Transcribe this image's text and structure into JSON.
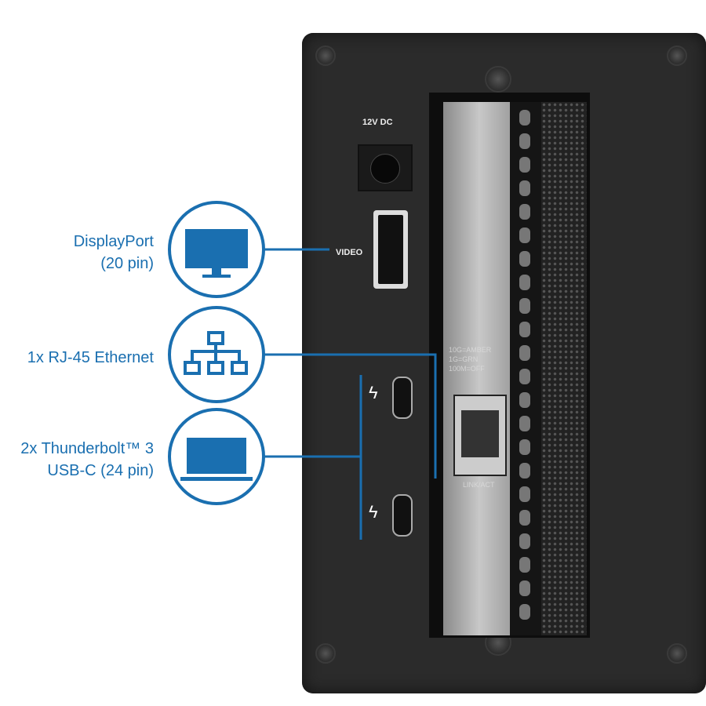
{
  "callouts": [
    {
      "label_line1": "DisplayPort",
      "label_line2": "(20 pin)",
      "icon": "monitor-icon"
    },
    {
      "label_line1": "1x RJ-45 Ethernet",
      "icon": "network-icon"
    },
    {
      "label_line1": "2x Thunderbolt™ 3",
      "label_line2": "USB-C (24 pin)",
      "icon": "laptop-icon"
    }
  ],
  "device": {
    "power_label": "12V DC",
    "video_label": "VIDEO",
    "led_legend": [
      "10G=AMBER",
      "1G=GRN",
      "100M=OFF"
    ],
    "port_label": "LINK/ACT"
  },
  "colors": {
    "accent": "#1a6fb0",
    "chassis": "#2b2b2b"
  }
}
